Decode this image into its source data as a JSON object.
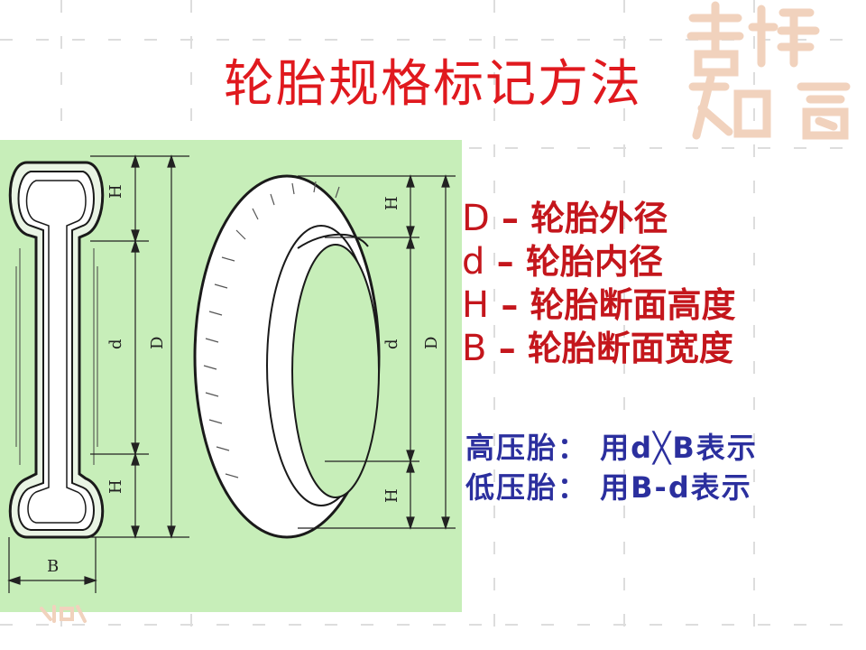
{
  "title": "轮胎规格标记方法",
  "diagram": {
    "label_H": "H",
    "label_d": "d",
    "label_D": "D",
    "label_B": "B"
  },
  "legend": [
    {
      "symbol": "D",
      "text": "– 轮胎外径"
    },
    {
      "symbol": "d",
      "text": "– 轮胎内径"
    },
    {
      "symbol": "H",
      "text": "– 轮胎断面高度"
    },
    {
      "symbol": "B",
      "text": "– 轮胎断面宽度"
    }
  ],
  "notes": [
    "高压胎： 用d╳B表示",
    "低压胎： 用B-d表示"
  ],
  "seal_text": "吉祥如意",
  "colors": {
    "title": "#e0191e",
    "legend": "#c4161c",
    "notes": "#2b2f9e",
    "figure_bg": "#c7eeb9",
    "dims": "#222222"
  }
}
